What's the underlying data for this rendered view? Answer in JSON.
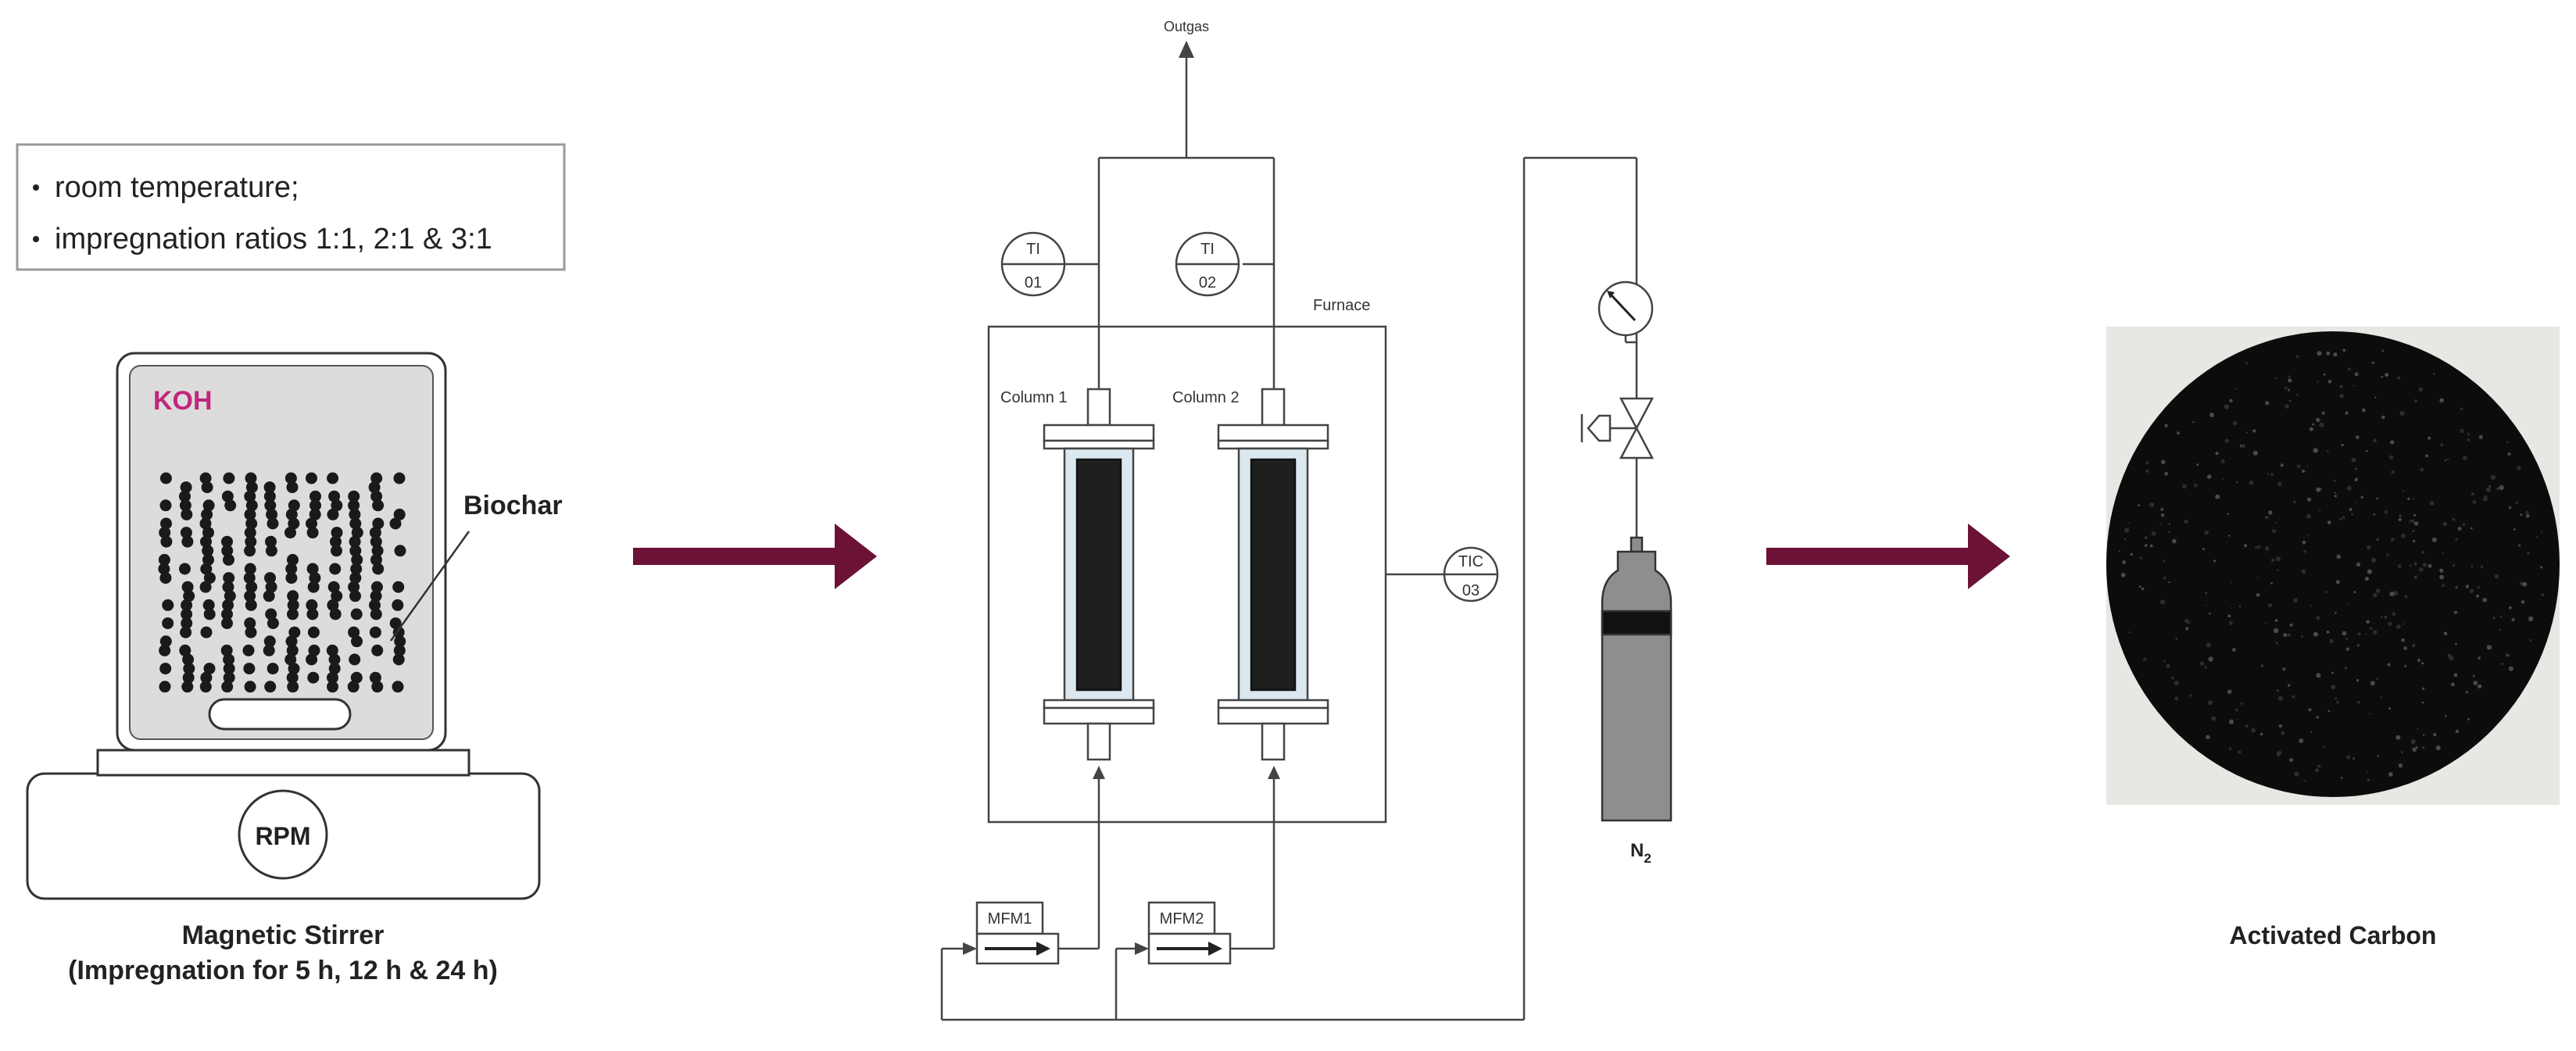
{
  "conditions": {
    "items": [
      "room temperature;",
      "impregnation ratios 1:1, 2:1 & 3:1"
    ]
  },
  "stirrer": {
    "reagent_label": "KOH",
    "material_label": "Biochar",
    "dial_label": "RPM",
    "title": "Magnetic Stirrer",
    "subtitle": "(Impregnation for 5 h, 12 h & 24 h)"
  },
  "reactor": {
    "outlet_label": "Outgas",
    "furnace_label": "Furnace",
    "column1_label": "Column 1",
    "column2_label": "Column 2",
    "ti1_tag": "TI",
    "ti1_num": "01",
    "ti2_tag": "TI",
    "ti2_num": "02",
    "tic_tag": "TIC",
    "tic_num": "03",
    "mfm1_label": "MFM1",
    "mfm2_label": "MFM2"
  },
  "gas": {
    "cylinder_label": "N",
    "cylinder_subscript": "2"
  },
  "product": {
    "label": "Activated Carbon"
  },
  "colors": {
    "arrow": "#6b1236",
    "reagent": "#c0267a",
    "cylinder": "#8e8e8e",
    "beaker_fill": "#dcdcdc",
    "column_fill": "#dbe8f0"
  }
}
